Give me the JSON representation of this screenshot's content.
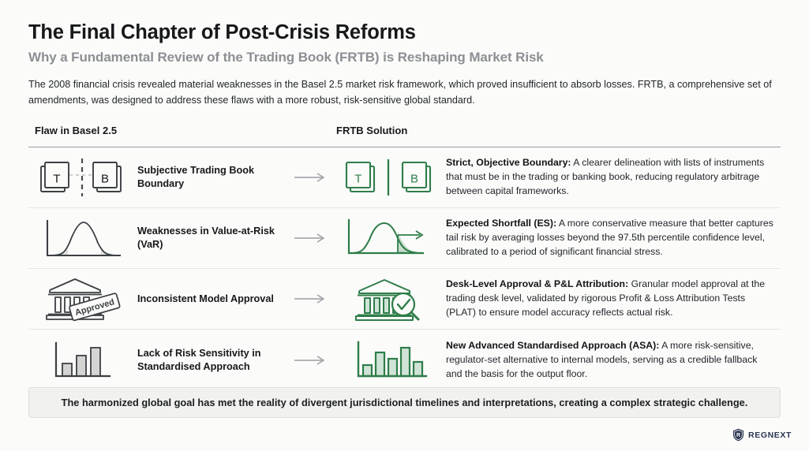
{
  "header": {
    "title": "The Final Chapter of Post-Crisis Reforms",
    "subtitle": "Why a Fundamental Review of the Trading Book (FRTB) is Reshaping Market Risk",
    "intro": "The 2008 financial crisis revealed material weaknesses in the Basel 2.5 market risk framework, which proved insufficient to absorb losses. FRTB, a comprehensive set of amendments, was designed to address these flaws with a more robust, risk-sensitive global standard."
  },
  "columns": {
    "flaw": "Flaw in Basel 2.5",
    "solution": "FRTB Solution"
  },
  "rows": [
    {
      "flaw_icon": "two-books-dashed-boundary-icon",
      "flaw_title": "Subjective Trading Book Boundary",
      "arrow": "arrow-right-icon",
      "solution_icon": "two-books-solid-boundary-icon",
      "solution_lead": "Strict, Objective Boundary:",
      "solution_body": " A clearer delineation with lists of instruments that must be in the trading or banking book, reducing regulatory arbitrage between capital frameworks.",
      "book_labels": [
        "T",
        "B"
      ]
    },
    {
      "flaw_icon": "bell-curve-two-tails-icon",
      "flaw_title": "Weaknesses in Value-at-Risk (VaR)",
      "arrow": "arrow-right-icon",
      "solution_icon": "bell-curve-tail-arrow-icon",
      "solution_lead": "Expected Shortfall (ES):",
      "solution_body": " A more conservative measure that better captures tail risk by averaging losses beyond the 97.5th percentile confidence level, calibrated to a period of significant financial stress."
    },
    {
      "flaw_icon": "bank-approved-stamp-icon",
      "flaw_title": "Inconsistent Model Approval",
      "arrow": "arrow-right-icon",
      "solution_icon": "bank-magnifier-check-icon",
      "solution_lead": "Desk-Level Approval & P&L Attribution:",
      "solution_body": " Granular model approval at the trading desk level, validated by rigorous Profit & Loss Attribution Tests (PLAT) to ensure model accuracy reflects actual risk.",
      "stamp_label": "Approved"
    },
    {
      "flaw_icon": "bar-chart-grey-icon",
      "flaw_title": "Lack of Risk Sensitivity in Standardised Approach",
      "arrow": "arrow-right-icon",
      "solution_icon": "bar-chart-green-icon",
      "solution_lead": "New Advanced Standardised Approach (ASA):",
      "solution_body": " A more risk-sensitive, regulator-set alternative to internal models, serving as a credible fallback and the basis for the output floor."
    }
  ],
  "footer": {
    "banner": "The harmonized global goal has met the reality of divergent jurisdictional timelines and interpretations, creating a complex strategic challenge.",
    "brand": "REGNEXT"
  },
  "colors": {
    "background": "#fbfbfa",
    "green": "#2f7d4a",
    "grey_icon": "#3c4043",
    "text": "#16181a",
    "subtitle_grey": "#8c8f93",
    "brand_navy": "#2a3550"
  }
}
